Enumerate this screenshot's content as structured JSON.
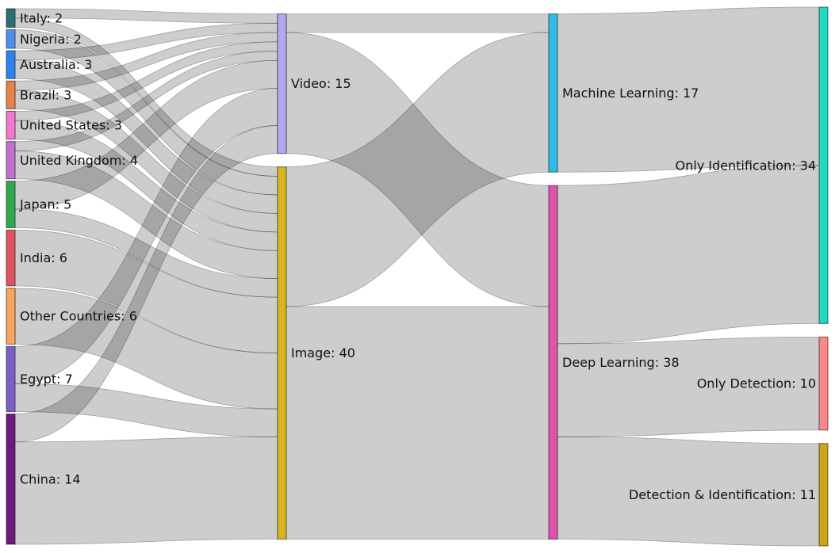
{
  "chart_data": {
    "type": "sankey",
    "value_format": "{name}: {value}",
    "columns": [
      [
        "Italy",
        "Nigeria",
        "Australia",
        "Brazil",
        "United States",
        "United Kingdom",
        "Japan",
        "India",
        "Other Countries",
        "Egypt",
        "China"
      ],
      [
        "Video",
        "Image"
      ],
      [
        "Machine Learning",
        "Deep Learning"
      ],
      [
        "Only Identification",
        "Only Detection",
        "Detection & Identification"
      ]
    ],
    "nodes": [
      {
        "name": "Italy",
        "value": 2,
        "color": "#2a6f78"
      },
      {
        "name": "Nigeria",
        "value": 2,
        "color": "#4d8ff0"
      },
      {
        "name": "Australia",
        "value": 3,
        "color": "#2b84f2"
      },
      {
        "name": "Brazil",
        "value": 3,
        "color": "#e6824a"
      },
      {
        "name": "United States",
        "value": 3,
        "color": "#f279cf"
      },
      {
        "name": "United Kingdom",
        "value": 4,
        "color": "#bf70d1"
      },
      {
        "name": "Japan",
        "value": 5,
        "color": "#2fa84f"
      },
      {
        "name": "India",
        "value": 6,
        "color": "#dd5460"
      },
      {
        "name": "Other Countries",
        "value": 6,
        "color": "#f7a460"
      },
      {
        "name": "Egypt",
        "value": 7,
        "color": "#7a5fcb"
      },
      {
        "name": "China",
        "value": 14,
        "color": "#6d1a7f"
      },
      {
        "name": "Video",
        "value": 15,
        "color": "#b3a6f2"
      },
      {
        "name": "Image",
        "value": 40,
        "color": "#d8b51e"
      },
      {
        "name": "Machine Learning",
        "value": 17,
        "color": "#2ebde8"
      },
      {
        "name": "Deep Learning",
        "value": 38,
        "color": "#e053ad"
      },
      {
        "name": "Only Identification",
        "value": 34,
        "color": "#20dbbf"
      },
      {
        "name": "Only Detection",
        "value": 10,
        "color": "#fb8888"
      },
      {
        "name": "Detection & Identification",
        "value": 11,
        "color": "#cba51e"
      }
    ],
    "links": [
      {
        "source": "Italy",
        "target": "Video",
        "value": 1
      },
      {
        "source": "Italy",
        "target": "Image",
        "value": 1
      },
      {
        "source": "Nigeria",
        "target": "Image",
        "value": 2
      },
      {
        "source": "Australia",
        "target": "Video",
        "value": 1
      },
      {
        "source": "Australia",
        "target": "Image",
        "value": 2
      },
      {
        "source": "Brazil",
        "target": "Video",
        "value": 1
      },
      {
        "source": "Brazil",
        "target": "Image",
        "value": 2
      },
      {
        "source": "United States",
        "target": "Video",
        "value": 1
      },
      {
        "source": "United States",
        "target": "Image",
        "value": 2
      },
      {
        "source": "United Kingdom",
        "target": "Video",
        "value": 1
      },
      {
        "source": "United Kingdom",
        "target": "Image",
        "value": 3
      },
      {
        "source": "Japan",
        "target": "Video",
        "value": 3
      },
      {
        "source": "Japan",
        "target": "Image",
        "value": 2
      },
      {
        "source": "India",
        "target": "Image",
        "value": 6
      },
      {
        "source": "Other Countries",
        "target": "Image",
        "value": 6
      },
      {
        "source": "Egypt",
        "target": "Video",
        "value": 4
      },
      {
        "source": "Egypt",
        "target": "Image",
        "value": 3
      },
      {
        "source": "China",
        "target": "Video",
        "value": 3
      },
      {
        "source": "China",
        "target": "Image",
        "value": 11
      },
      {
        "source": "Video",
        "target": "Machine Learning",
        "value": 2
      },
      {
        "source": "Video",
        "target": "Deep Learning",
        "value": 13
      },
      {
        "source": "Image",
        "target": "Machine Learning",
        "value": 15
      },
      {
        "source": "Image",
        "target": "Deep Learning",
        "value": 25
      },
      {
        "source": "Machine Learning",
        "target": "Only Identification",
        "value": 17
      },
      {
        "source": "Deep Learning",
        "target": "Only Identification",
        "value": 17
      },
      {
        "source": "Deep Learning",
        "target": "Only Detection",
        "value": 10
      },
      {
        "source": "Deep Learning",
        "target": "Detection & Identification",
        "value": 11
      }
    ]
  }
}
